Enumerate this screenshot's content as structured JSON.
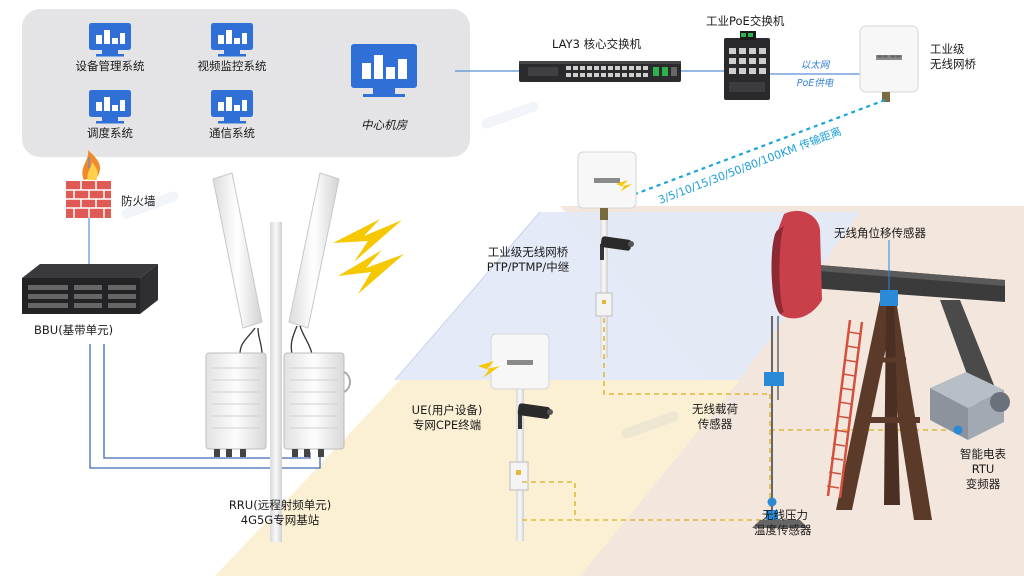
{
  "control_room": {
    "systems": [
      "设备管理系统",
      "视频监控系统",
      "调度系统",
      "通信系统"
    ],
    "center": "中心机房"
  },
  "firewall": "防火墙",
  "bbu": "BBU(基带单元)",
  "rru": [
    "RRU(远程射频单元)",
    "4G5G专网基站"
  ],
  "core_switch": "LAY3 核心交换机",
  "poe_switch": "工业PoE交换机",
  "ethernet": "以太网",
  "poe_power": "PoE供电",
  "bridge_top": [
    "工业级",
    "无线网桥"
  ],
  "distance": "3/5/10/15/30/50/80/100KM 传输距离",
  "bridge_mid": [
    "工业级无线网桥",
    "PTP/PTMP/中继"
  ],
  "ue": [
    "UE(用户设备)",
    "专网CPE终端"
  ],
  "sensors": {
    "angle": "无线角位移传感器",
    "load": [
      "无线载荷",
      "传感器"
    ],
    "rtu": [
      "智能电表",
      "RTU",
      "变频器"
    ],
    "pressure": [
      "无线压力",
      "温度传感器"
    ]
  },
  "device_brand": "▬▬ ▬▬",
  "colors": {
    "panel": "#e4e4e6",
    "icon_blue": "#2f6fd6",
    "link_blue": "#5b8ed6",
    "signal_dash": "#1ba5d8",
    "yellow_dash": "#e0b93a",
    "plat_blue": "#dfe6f6",
    "plat_yellow": "#fbf0d4",
    "ground_beige": "#f3e6dc",
    "bolt": "#f5c800",
    "pumpjack_red": "#c9404a",
    "pumpjack_dark": "#3b3b3b"
  }
}
